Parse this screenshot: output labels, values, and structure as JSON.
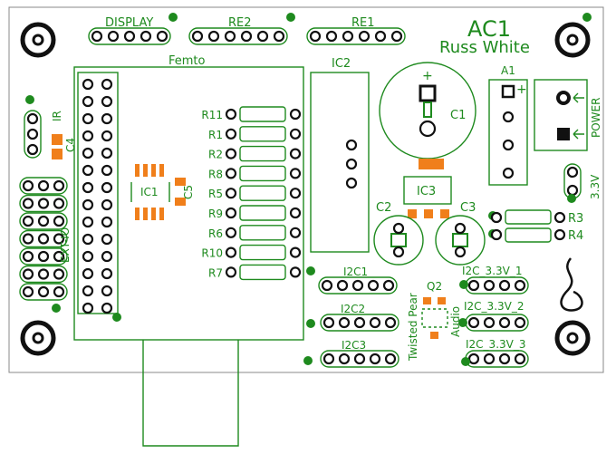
{
  "board": {
    "title": "AC1",
    "author": "Russ White"
  },
  "labels": {
    "display": "DISPLAY",
    "re2": "RE2",
    "re1": "RE1",
    "femto": "Femto",
    "ic2": "IC2",
    "ic1": "IC1",
    "ic3": "IC3",
    "c1": "C1",
    "c2": "C2",
    "c3": "C3",
    "c4": "C4",
    "c5": "C5",
    "a1": "A1",
    "power": "POWER",
    "ir": "IR",
    "v33": "3.3V",
    "extio": "EXT-IO",
    "r3": "R3",
    "r4": "R4",
    "i2c1": "I2C1",
    "i2c2": "I2C2",
    "i2c3": "I2C3",
    "i2c33_1": "I2C_3.3V_1",
    "i2c33_2": "I2C_3.3V_2",
    "i2c33_3": "I2C_3.3V_3",
    "q2": "Q2",
    "twisted": "Twisted Pear",
    "audio": "Audio",
    "plus1": "+",
    "plus2": "+"
  },
  "resistors": [
    "R11",
    "R1",
    "R2",
    "R8",
    "R5",
    "R9",
    "R6",
    "R10",
    "R7"
  ],
  "colors": {
    "silkscreen": "#1e8a1e",
    "pad_outline": "#111111",
    "copper_pad": "#f07f1b",
    "board_outline": "#888888"
  }
}
